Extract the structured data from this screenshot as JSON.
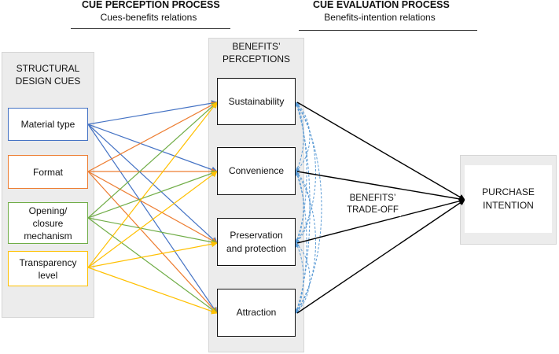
{
  "header": {
    "left_title": "CUE PERCEPTION PROCESS",
    "left_subtitle": "Cues-benefits relations",
    "right_title": "CUE EVALUATION PROCESS",
    "right_subtitle": "Benefits-intention relations"
  },
  "cues_panel": {
    "title_line1": "STRUCTURAL",
    "title_line2": "DESIGN CUES",
    "cues": [
      {
        "lines": [
          "Material type"
        ],
        "color": "#4472c4"
      },
      {
        "lines": [
          "Format"
        ],
        "color": "#ed7d31"
      },
      {
        "lines": [
          "Opening/",
          "closure",
          "mechanism"
        ],
        "color": "#70ad47"
      },
      {
        "lines": [
          "Transparency",
          "level"
        ],
        "color": "#ffc000"
      }
    ]
  },
  "benefits_panel": {
    "title_line1": "BENEFITS’",
    "title_line2": "PERCEPTIONS",
    "benefits": [
      {
        "lines": [
          "Sustainability"
        ]
      },
      {
        "lines": [
          "Convenience"
        ]
      },
      {
        "lines": [
          "Preservation",
          "and protection"
        ]
      },
      {
        "lines": [
          "Attraction"
        ]
      }
    ]
  },
  "tradeoff": {
    "line1": "BENEFITS’",
    "line2": "TRADE-OFF",
    "color": "#5b9bd5"
  },
  "outcome": {
    "line1": "PURCHASE",
    "line2": "INTENTION"
  }
}
